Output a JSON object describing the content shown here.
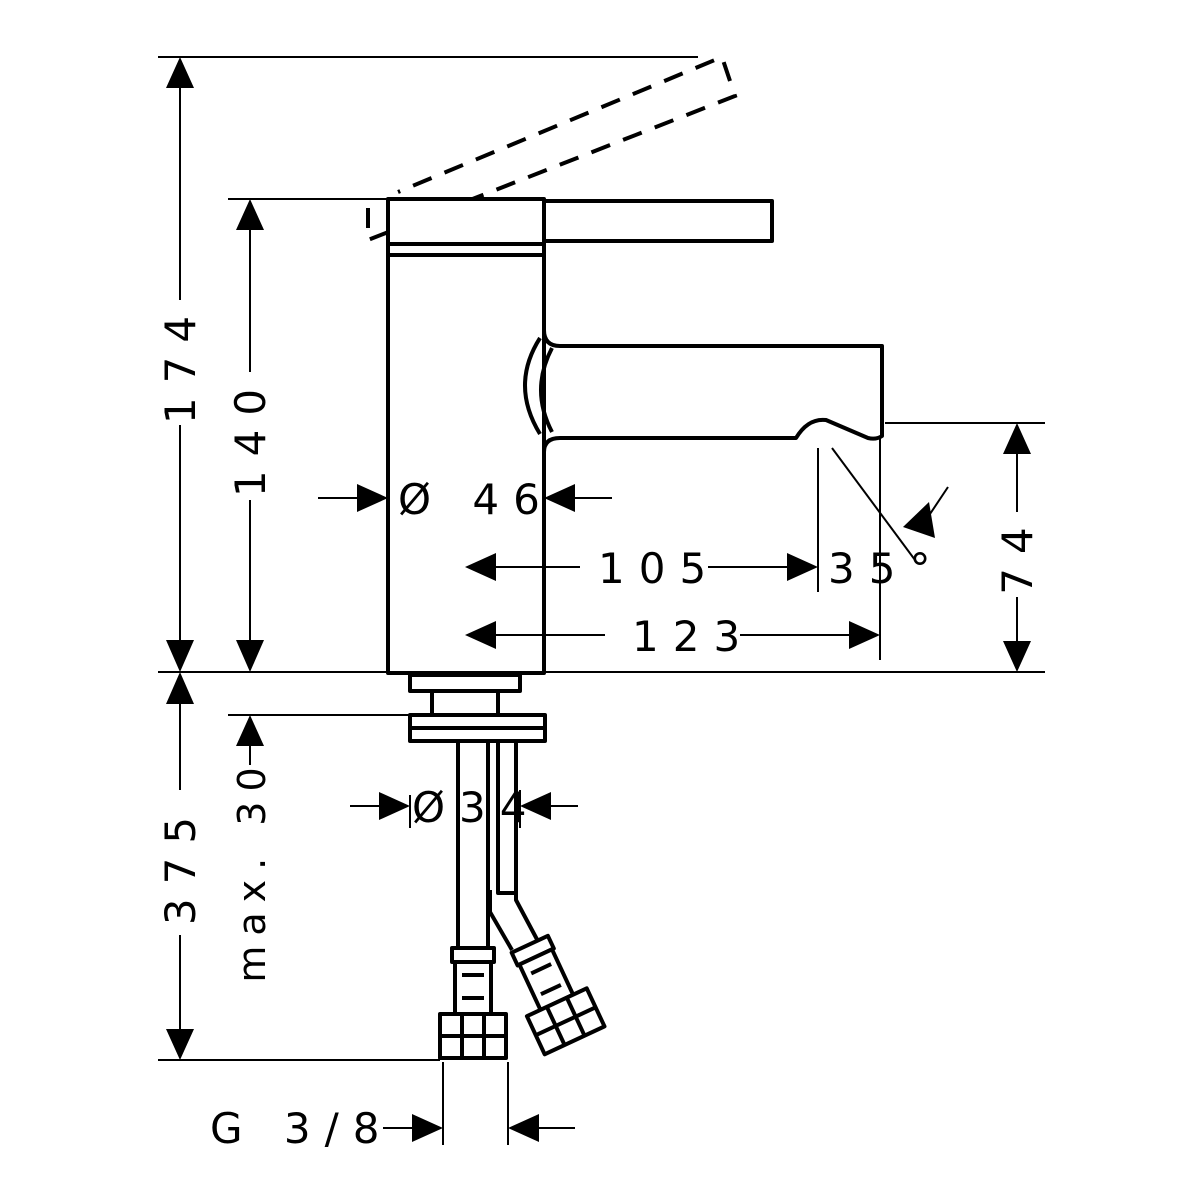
{
  "drawing": {
    "colors": {
      "line": "#000000",
      "background": "#ffffff"
    },
    "dimensions": {
      "overall_height": "174",
      "body_height": "140",
      "body_diameter": "Ø 46",
      "spout_reach": "105",
      "overall_reach": "123",
      "spout_height": "74",
      "spout_angle": "35°",
      "below_deck_length": "375",
      "max_deck_thickness": "max. 30",
      "shank_diameter": "Ø34",
      "connection_thread": "G 3/8"
    }
  }
}
